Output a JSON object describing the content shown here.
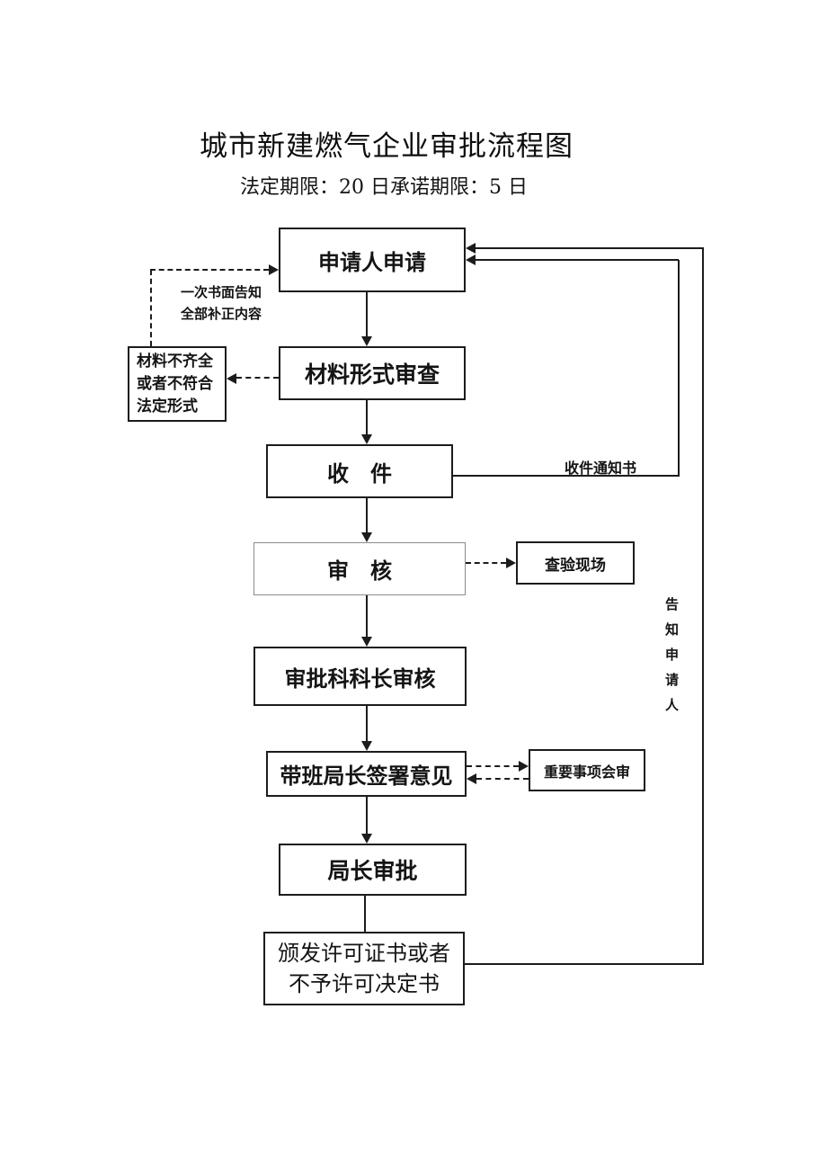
{
  "page": {
    "title": "城市新建燃气企业审批流程图",
    "subtitle": "法定期限：20 日承诺期限：5 日"
  },
  "flow": {
    "step1": "申请人申请",
    "step2": "材料形式审查",
    "step3": "收　件",
    "step4": "审　核",
    "step5": "审批科科长审核",
    "step6": "带班局长签署意见",
    "step7": "局长审批",
    "step8_line1": "颁发许可证书或者",
    "step8_line2": "不予许可决定书"
  },
  "side": {
    "incomplete_line1": "材料不齐全",
    "incomplete_line2": "或者不符合",
    "incomplete_line3": "法定形式",
    "inspect": "查验现场",
    "joint_review": "重要事项会审"
  },
  "labels": {
    "written_notice_line1": "一次书面告知",
    "written_notice_line2": "全部补正内容",
    "receipt_notice": "收件通知书",
    "inform_applicant": "告知申请人"
  },
  "colors": {
    "ink": "#1c1c1c",
    "review_box_border": "#8c8c8c",
    "background": "#ffffff"
  }
}
